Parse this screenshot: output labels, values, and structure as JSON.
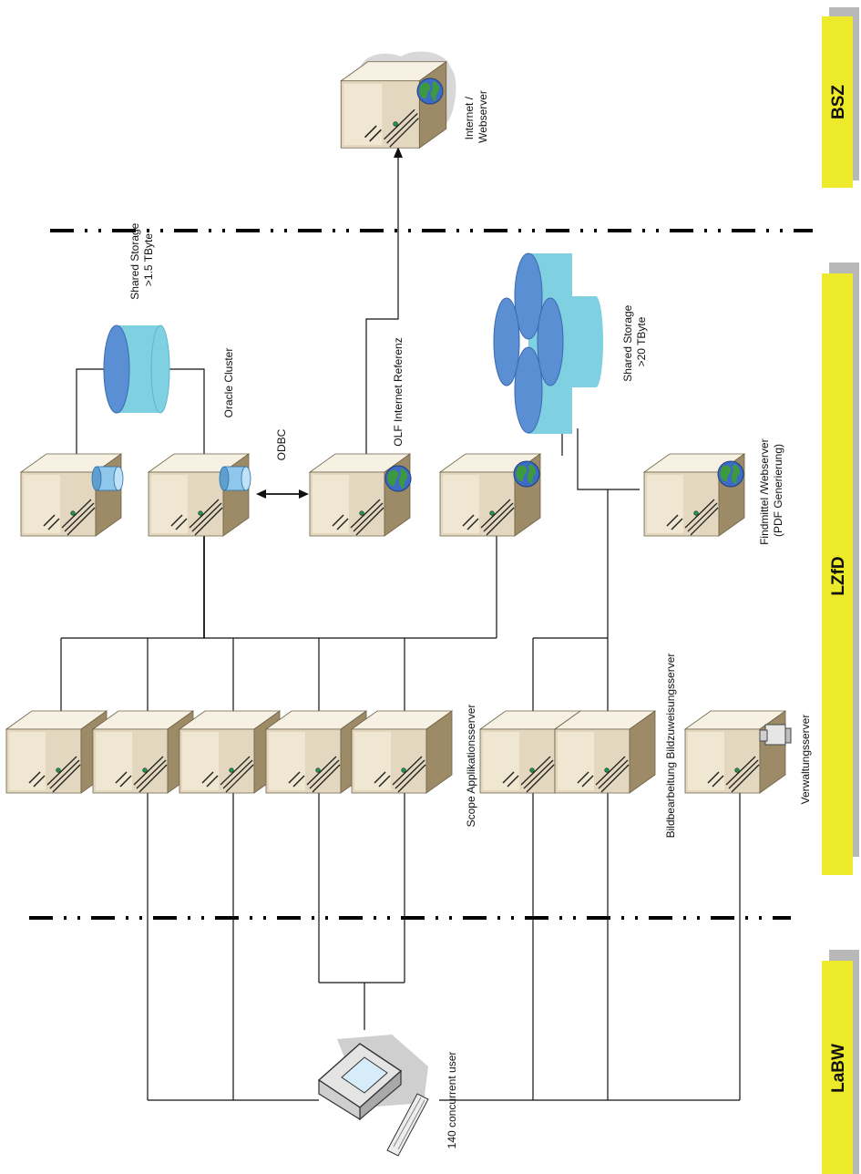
{
  "zones": {
    "bsz": "BSZ",
    "lzfd": "LZfD",
    "labw": "LaBW"
  },
  "labels": {
    "internet_webserver": [
      "Internet /",
      "Webserver"
    ],
    "shared_storage_small": [
      "Shared Storage",
      ">1.5 TByte"
    ],
    "oracle_cluster": "Oracle Cluster",
    "odbc": "ODBC",
    "olf_internet_referenz": "OLF Internet Referenz",
    "shared_storage_large": [
      "Shared Storage",
      ">20 TByte"
    ],
    "findmittel_webserver": [
      "Findmittel /Webserver",
      "(PDF Generierung)"
    ],
    "scope_applikationsserver": "Scope Applikationsserver",
    "bildbearbeitung": "Bildbearbeitung Bildzuweisungsserver",
    "verwaltungsserver": "Verwaltungsserver",
    "concurrent_user": "140 concurrent user"
  },
  "colors": {
    "zone_yellow": "#ecea2b",
    "zone_shadow": "#b8b8b8",
    "server_front": "#e7dcc4",
    "server_side": "#a08e6b",
    "server_top": "#f7f2e3",
    "storage_fill": "#7fd0e0",
    "storage_disc": "#5b8fd4",
    "globe_blue": "#3d6bc4",
    "globe_green": "#3c9a3c"
  },
  "icons": [
    "server-icon",
    "database-server-icon",
    "web-server-icon",
    "storage-icon",
    "workstation-icon",
    "printer-icon"
  ]
}
